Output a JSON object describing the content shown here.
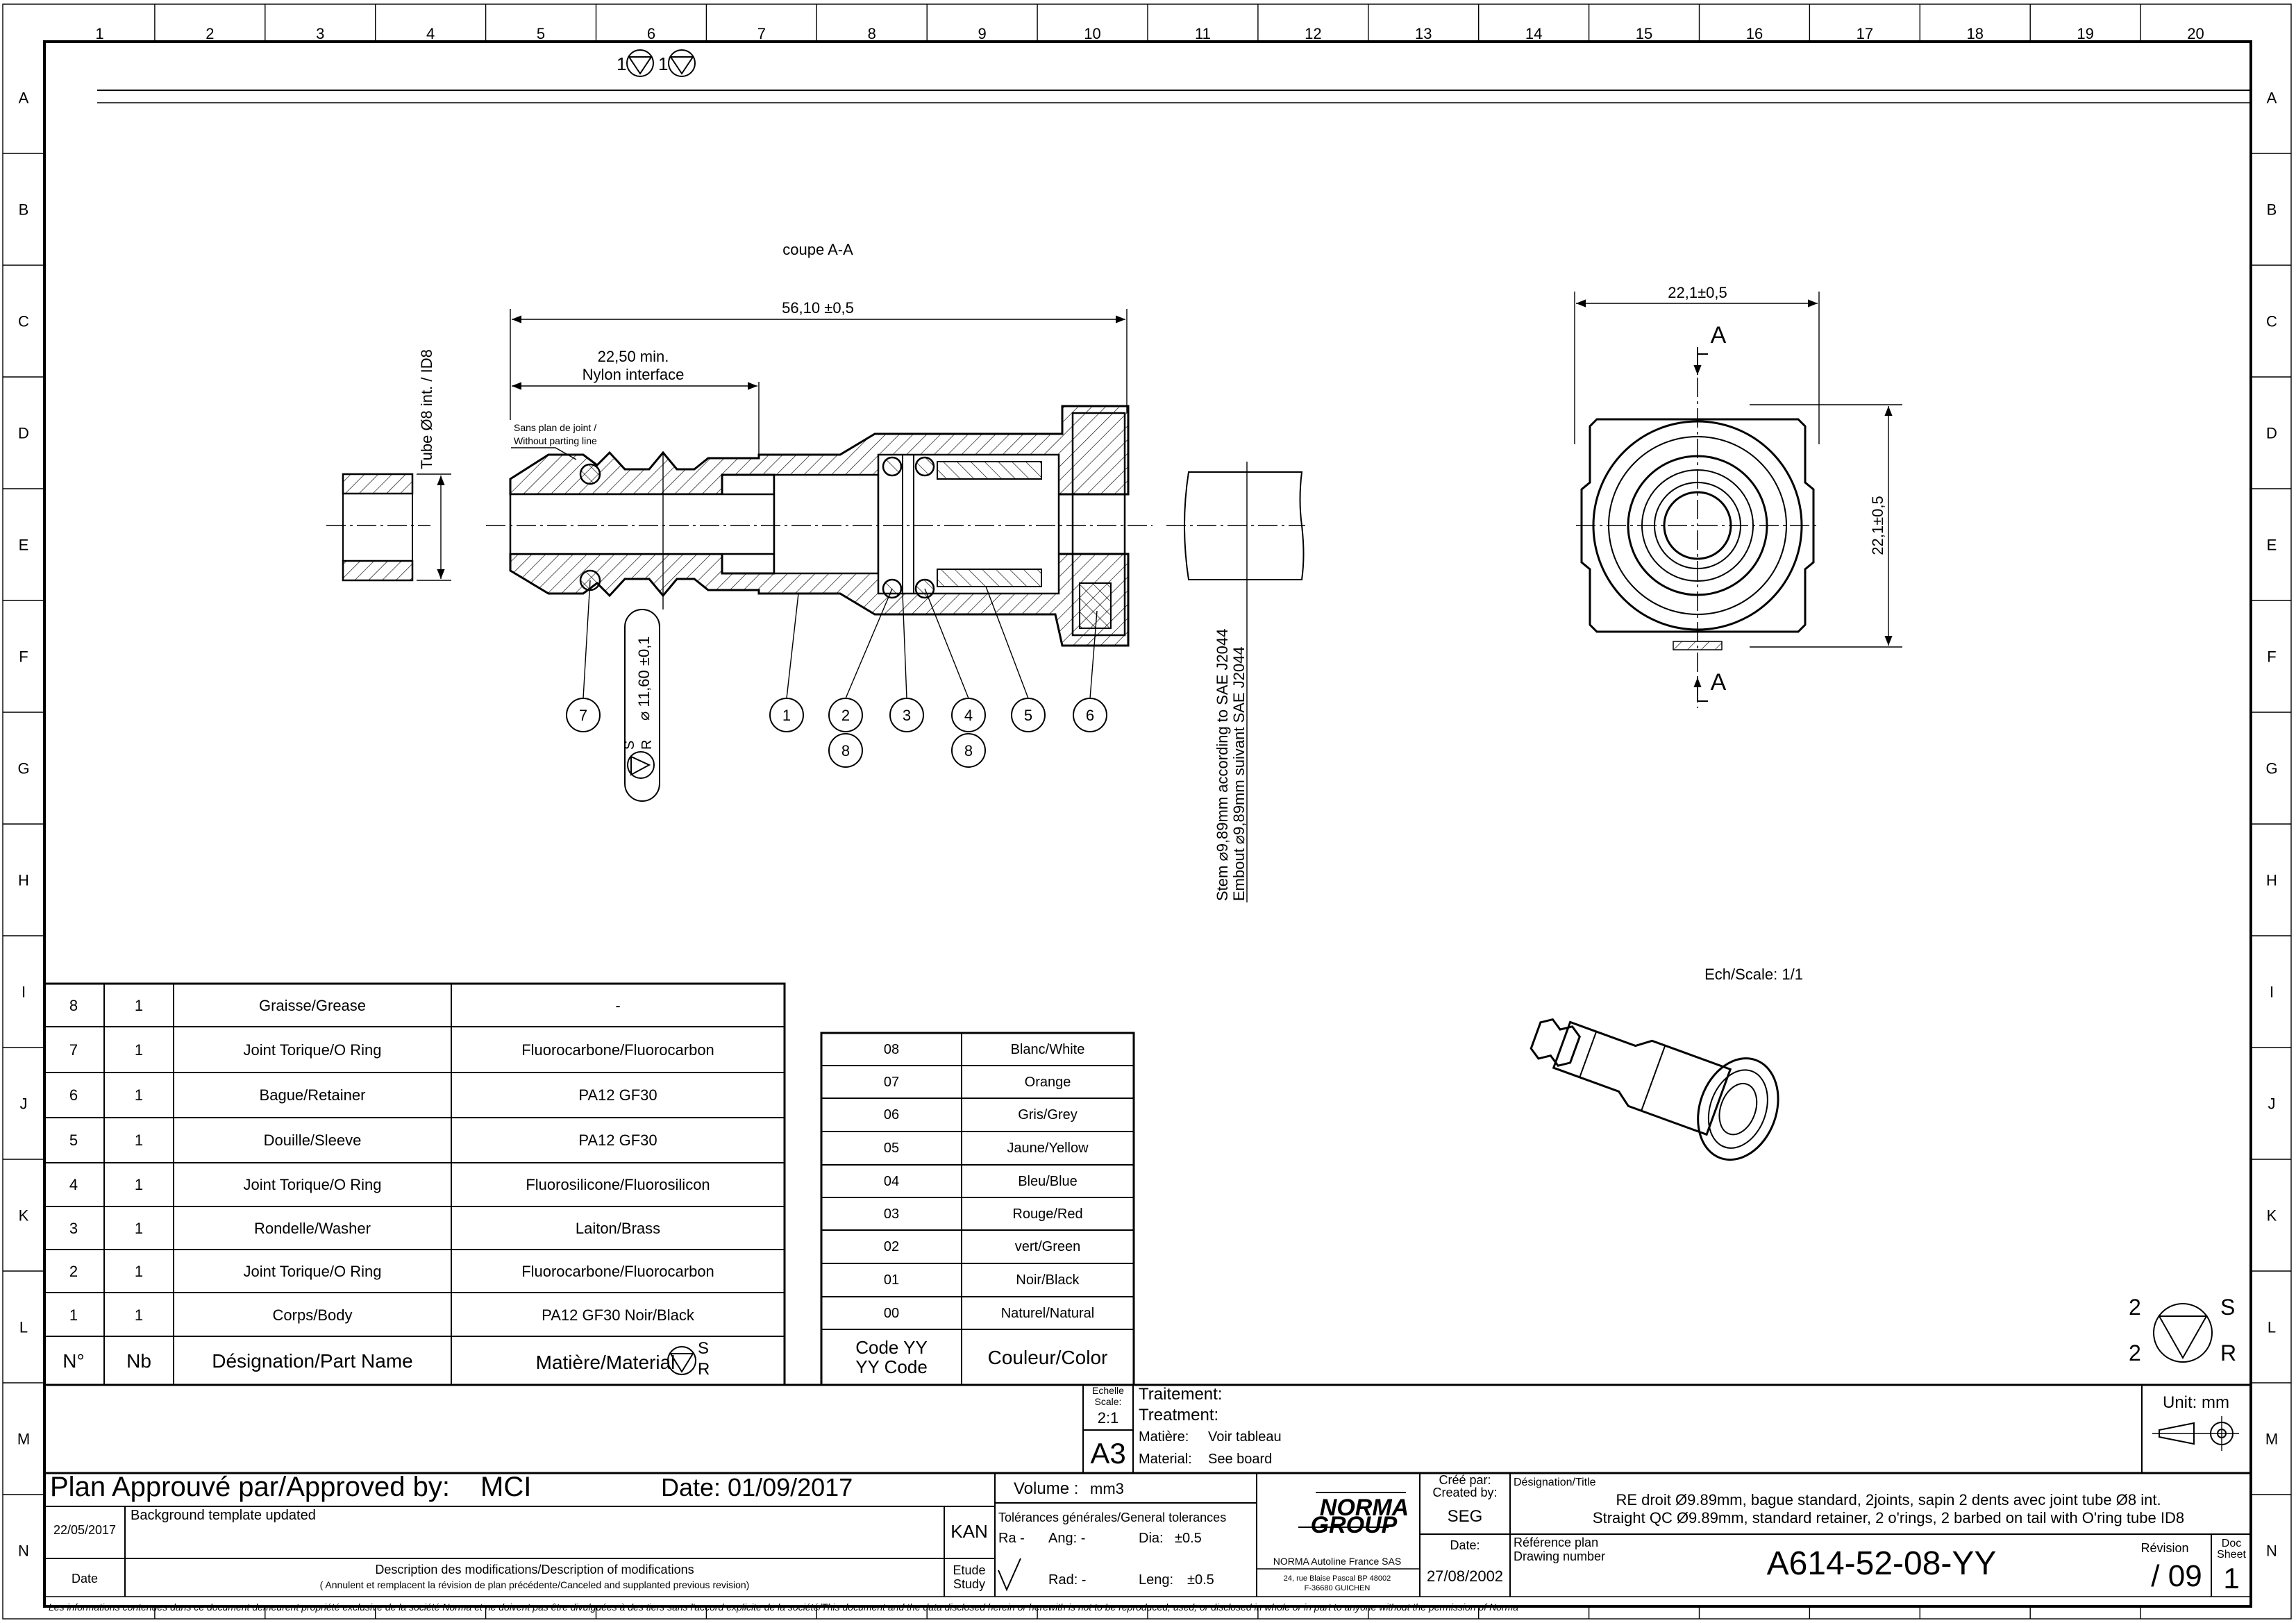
{
  "grid": {
    "columns": [
      "1",
      "2",
      "3",
      "4",
      "5",
      "6",
      "7",
      "8",
      "9",
      "10",
      "11",
      "12",
      "13",
      "14",
      "15",
      "16",
      "17",
      "18",
      "19",
      "20"
    ],
    "rows": [
      "A",
      "B",
      "C",
      "D",
      "E",
      "F",
      "G",
      "H",
      "I",
      "J",
      "K",
      "L",
      "M",
      "N"
    ]
  },
  "header_symbol": {
    "left": "1",
    "right": "1"
  },
  "section": {
    "title": "coupe A-A",
    "overall_dim": "56,10 ±0,5",
    "nylon_dim": "22,50 min.",
    "nylon_label": "Nylon interface",
    "parting_note_fr": "Sans plan de joint /",
    "parting_note_en": "Without parting line",
    "tube_label": "Tube Ø8 int. / ID8",
    "tail_dim": "⌀ 11,60 ±0,1",
    "tail_sym_s": "S",
    "tail_sym_r": "R",
    "balloons": [
      "7",
      "1",
      "2",
      "3",
      "4",
      "5",
      "6"
    ],
    "balloons_sub": [
      "8",
      "8"
    ],
    "stem_note_en": "Stem ⌀9,89mm according to SAE J2044",
    "stem_note_fr": "Embout ⌀9,89mm suivant SAE J2044"
  },
  "front_view": {
    "width_dim": "22,1±0,5",
    "height_dim": "22,1±0,5",
    "section_mark": "A"
  },
  "iso_view": {
    "scale_label": "Ech/Scale: 1/1"
  },
  "parts_table": {
    "headers": [
      "N°",
      "Nb",
      "Désignation/Part Name",
      "Matière/Material"
    ],
    "header_sym_s": "S",
    "header_sym_r": "R",
    "rows": [
      {
        "no": "8",
        "nb": "1",
        "name": "Graisse/Grease",
        "material": "-"
      },
      {
        "no": "7",
        "nb": "1",
        "name": "Joint Torique/O Ring",
        "material": "Fluorocarbone/Fluorocarbon"
      },
      {
        "no": "6",
        "nb": "1",
        "name": "Bague/Retainer",
        "material": "PA12 GF30"
      },
      {
        "no": "5",
        "nb": "1",
        "name": "Douille/Sleeve",
        "material": "PA12 GF30"
      },
      {
        "no": "4",
        "nb": "1",
        "name": "Joint Torique/O Ring",
        "material": "Fluorosilicone/Fluorosilicon"
      },
      {
        "no": "3",
        "nb": "1",
        "name": "Rondelle/Washer",
        "material": "Laiton/Brass"
      },
      {
        "no": "2",
        "nb": "1",
        "name": "Joint Torique/O Ring",
        "material": "Fluorocarbone/Fluorocarbon"
      },
      {
        "no": "1",
        "nb": "1",
        "name": "Corps/Body",
        "material": "PA12 GF30 Noir/Black"
      }
    ]
  },
  "color_table": {
    "header_code_1": "Code  YY",
    "header_code_2": "YY Code",
    "header_color": "Couleur/Color",
    "rows": [
      {
        "code": "08",
        "color": "Blanc/White"
      },
      {
        "code": "07",
        "color": "Orange"
      },
      {
        "code": "06",
        "color": "Gris/Grey"
      },
      {
        "code": "05",
        "color": "Jaune/Yellow"
      },
      {
        "code": "04",
        "color": "Bleu/Blue"
      },
      {
        "code": "03",
        "color": "Rouge/Red"
      },
      {
        "code": "02",
        "color": "vert/Green"
      },
      {
        "code": "01",
        "color": "Noir/Black"
      },
      {
        "code": "00",
        "color": "Naturel/Natural"
      }
    ]
  },
  "surface_symbol": {
    "s_value": "2",
    "r_value": "2",
    "s": "S",
    "r": "R"
  },
  "title_block": {
    "scale_label_1": "Echelle",
    "scale_label_2": "Scale:",
    "scale_value": "2:1",
    "format": "A3",
    "treatment_fr": "Traitement:",
    "treatment_en": "Treatment:",
    "material_fr": "Matière:",
    "material_fr_value": "Voir tableau",
    "material_en": "Material:",
    "material_en_value": "See board",
    "unit": "Unit: mm",
    "approved": "Plan Approuvé par/Approved by:",
    "approved_by": "MCI",
    "approved_date": "Date: 01/09/2017",
    "volume_label": "Volume :",
    "volume_value": "mm3",
    "created_label_fr": "Créé par:",
    "created_label_en": "Created by:",
    "created_by": "SEG",
    "date_label": "Date:",
    "created_date": "27/08/2002",
    "designation_label": "Désignation/Title",
    "designation_fr": "RE droit Ø9.89mm, bague standard, 2joints, sapin 2 dents avec joint tube Ø8 int.",
    "designation_en": "Straight QC Ø9.89mm, standard retainer, 2 o'rings, 2 barbed on tail with O'ring tube ID8",
    "rev_date": "22/05/2017",
    "rev_desc": "Background template updated",
    "rev_author": "KAN",
    "date_col": "Date",
    "desc_header": "Description des modifications/Description of modifications",
    "desc_sub": "( Annulent et remplacent la révision de plan précédente/Canceled and supplanted previous revision)",
    "study_fr": "Etude",
    "study_en": "Study",
    "tol_label": "Tolérances générales/General tolerances",
    "tol_ra": "Ra -",
    "tol_ang": "Ang: -",
    "tol_dia_label": "Dia:",
    "tol_dia": "±0.5",
    "tol_rad": "Rad: -",
    "tol_len_label": "Leng:",
    "tol_len": "±0.5",
    "company_1": "NORMA",
    "company_2": "GROUP",
    "company_name": "NORMA  Autoline France SAS",
    "company_addr_1": "24, rue Blaise Pascal BP 48002",
    "company_addr_2": "F-36680 GUICHEN",
    "ref_label_fr": "Référence plan",
    "ref_label_en": "Drawing number",
    "drawing_number": "A614-52-08-YY",
    "revision_label": "Révision",
    "revision": "/ 09",
    "sheet_label_1": "Doc",
    "sheet_label_2": "Sheet",
    "sheet": "1",
    "disclaimer": "Les informations contenues dans ce document demeurent propriété exclusive de la société Norma et ne doivent pas être divulguées à des tiers sans l'accord explicite de la société/This document and the data disclosed herein or herewith is not to be reproduced, used, or disclosed in whole or in part to anyone without the permission of Norma"
  }
}
